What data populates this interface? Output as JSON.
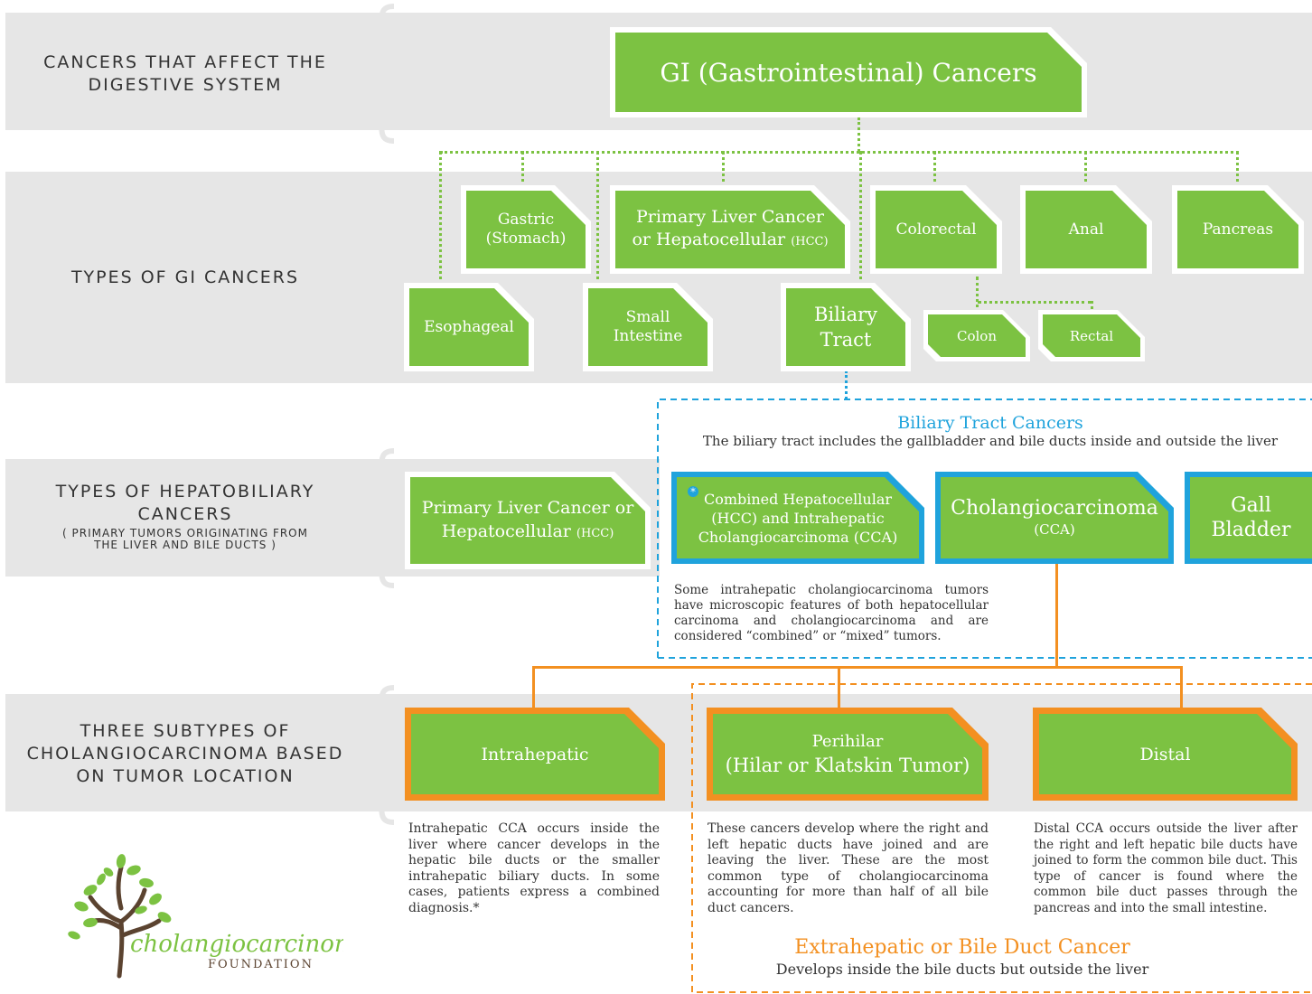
{
  "rows": {
    "row1": "CANCERS THAT AFFECT THE DIGESTIVE SYSTEM",
    "row2": "TYPES OF GI CANCERS",
    "row3_main": "TYPES OF HEPATOBILIARY CANCERS",
    "row3_sub": "( PRIMARY TUMORS ORIGINATING FROM THE LIVER AND BILE DUCTS )",
    "row4": "THREE SUBTYPES OF CHOLANGIOCARCINOMA BASED ON TUMOR LOCATION"
  },
  "top": {
    "gi": "GI (Gastrointestinal) Cancers"
  },
  "gi_types": {
    "gastric": "Gastric (Stomach)",
    "plc": "Primary Liver Cancer or Hepatocellular",
    "hcc": "(HCC)",
    "colorectal": "Colorectal",
    "anal": "Anal",
    "pancreas": "Pancreas",
    "esophageal": "Esophageal",
    "small_intestine": "Small Intestine",
    "biliary": "Biliary Tract",
    "colon": "Colon",
    "rectal": "Rectal"
  },
  "biliary_section": {
    "title": "Biliary Tract Cancers",
    "subtitle": "The biliary tract includes the gallbladder and bile ducts inside and outside the liver",
    "combined": "Combined Hepatocellular (HCC) and Intrahepatic Cholangiocarcinoma (CCA)",
    "cca_title": "Cholangiocarcinoma",
    "cca_sub": "(CCA)",
    "gall": "Gall Bladder",
    "note": "Some intrahepatic cholangiocarcinoma tumors have microscopic features of both hepatocellular carcinoma and cholangiocarcinoma and are considered “combined” or “mixed” tumors."
  },
  "hepato": {
    "plc": "Primary Liver Cancer or Hepatocellular",
    "hcc": "(HCC)"
  },
  "subtypes": {
    "intrahepatic": "Intrahepatic",
    "perihilar_1": "Perihilar",
    "perihilar_2": "(Hilar or Klatskin Tumor)",
    "distal": "Distal",
    "intra_desc": "Intrahepatic CCA occurs inside the liver where cancer develops in the hepatic bile ducts or the smaller intrahepatic biliary ducts. In some cases, patients express a combined diagnosis.*",
    "peri_desc": "These cancers develop where the right and left hepatic ducts have joined and are leaving the liver. These are the most common type of cholangiocarcinoma accounting for more than half of all bile duct cancers.",
    "distal_desc": "Distal CCA occurs outside the liver after the right and left hepatic bile ducts have joined to form the common bile duct. This type of cancer is found where the common bile duct passes through the pancreas and into the small intestine."
  },
  "extrahepatic": {
    "title": "Extrahepatic or Bile Duct Cancer",
    "subtitle": "Develops inside the bile ducts but outside the liver"
  },
  "logo": {
    "name": "cholangiocarcinoma",
    "org": "FOUNDATION"
  },
  "colors": {
    "green": "#7cc242",
    "blue": "#1fa3dc",
    "orange": "#f39021",
    "band": "#e6e6e6"
  }
}
